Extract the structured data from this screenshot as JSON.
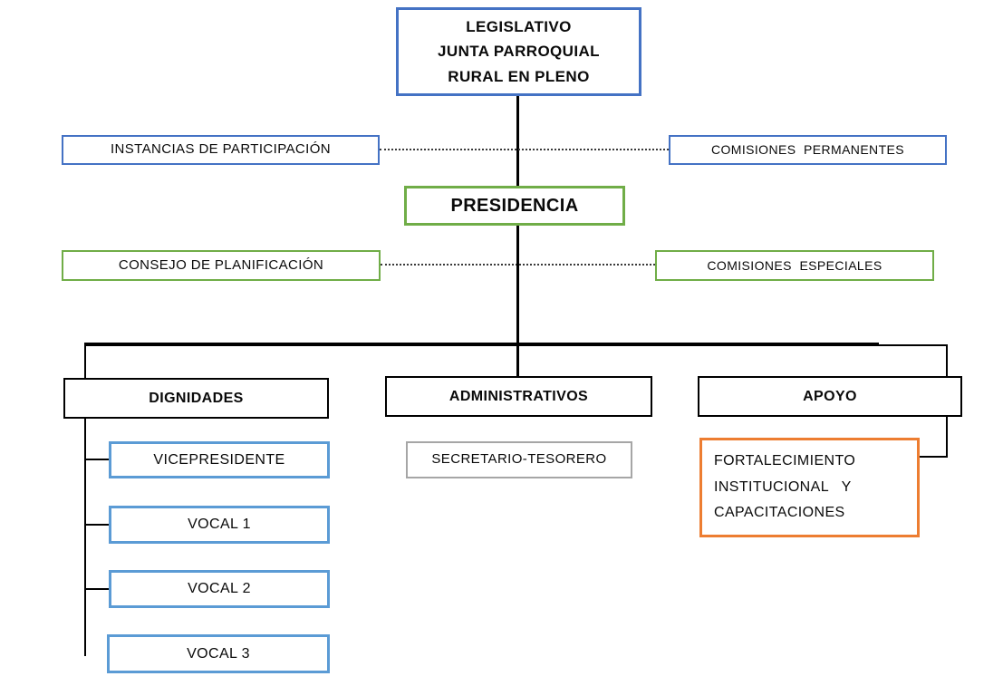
{
  "colors": {
    "blue": "#4472C4",
    "green": "#70AD47",
    "light_blue": "#5B9BD5",
    "gray": "#A6A6A6",
    "orange": "#ED7D31",
    "line_black": "#000000"
  },
  "org_chart": {
    "legislativo": "LEGISLATIVO\nJUNTA PARROQUIAL\nRURAL EN PLENO",
    "instancias_participacion": "INSTANCIAS DE PARTICIPACIÓN",
    "comisiones_permanentes": "COMISIONES  PERMANENTES",
    "presidencia": "PRESIDENCIA",
    "consejo_planificacion": "CONSEJO DE PLANIFICACIÓN",
    "comisiones_especiales": "COMISIONES  ESPECIALES",
    "dignidades": "DIGNIDADES",
    "administrativos": "ADMINISTRATIVOS",
    "apoyo": "APOYO",
    "vicepresidente": "VICEPRESIDENTE",
    "vocal_1": "VOCAL 1",
    "vocal_2": "VOCAL 2",
    "vocal_3": "VOCAL 3",
    "secretario_tesorero": "SECRETARIO-TESORERO",
    "fortalecimiento": "FORTALECIMIENTO\nINSTITUCIONAL   Y\nCAPACITACIONES"
  }
}
